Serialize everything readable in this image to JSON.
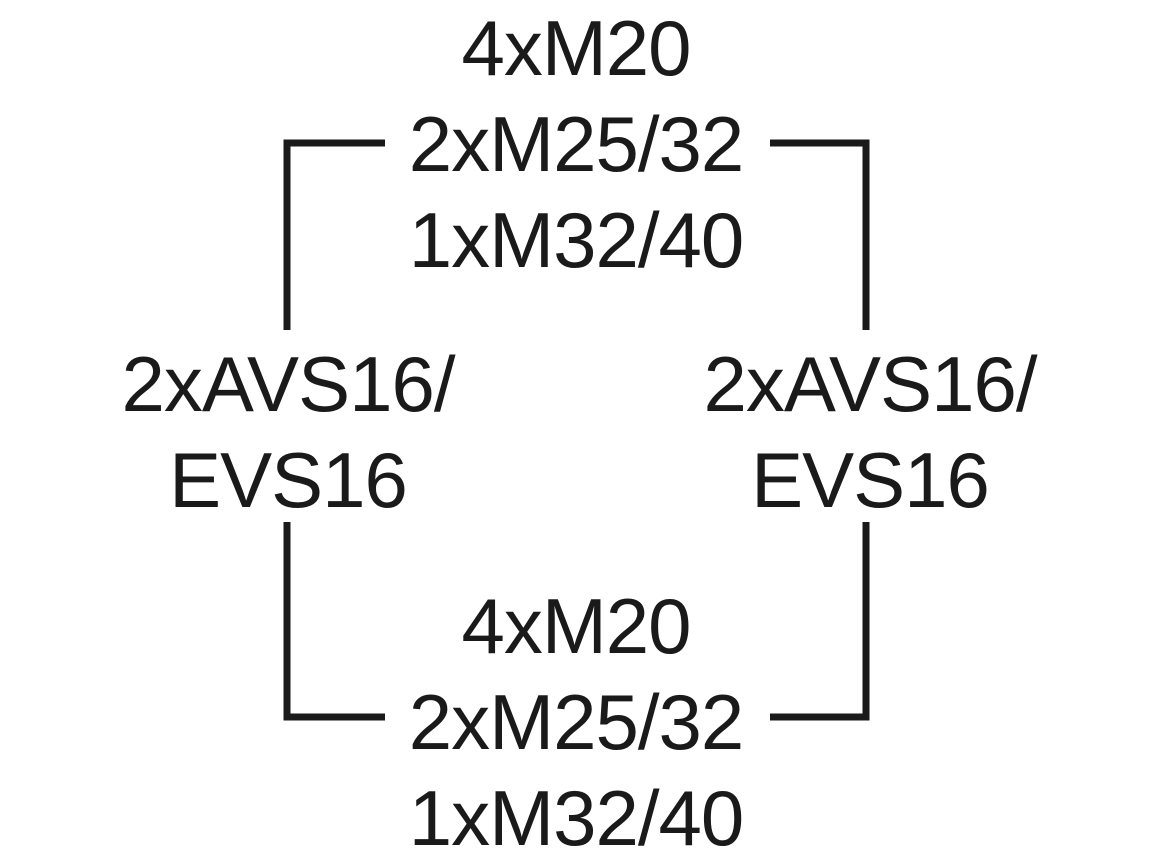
{
  "top_side": {
    "line1": "4xM20",
    "line2": "2xM25/32",
    "line3": "1xM32/40"
  },
  "bottom_side": {
    "line1": "4xM20",
    "line2": "2xM25/32",
    "line3": "1xM32/40"
  },
  "left_side": {
    "line1": "2xAVS16/",
    "line2": "EVS16"
  },
  "right_side": {
    "line1": "2xAVS16/",
    "line2": "EVS16"
  },
  "colors": {
    "ink": "#1a1a1a",
    "background": "#ffffff"
  }
}
